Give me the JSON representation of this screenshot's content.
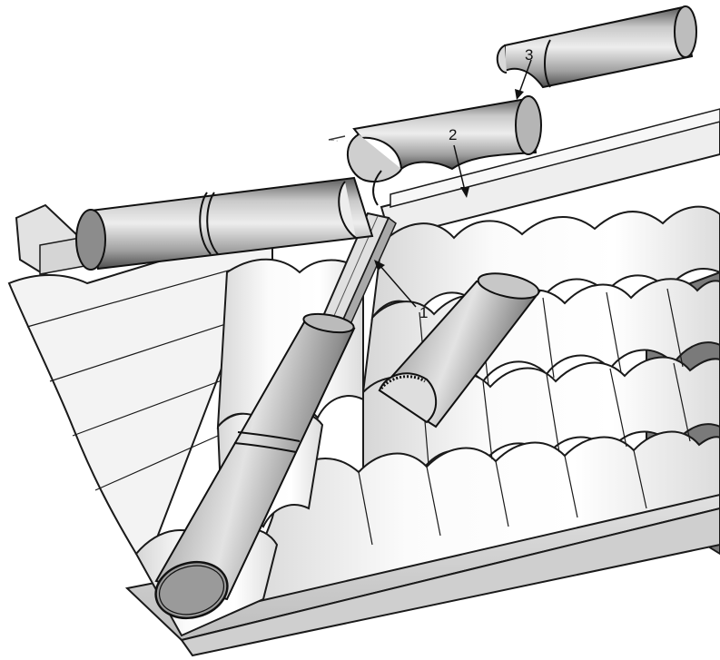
{
  "figure": {
    "callouts": [
      {
        "id": "1",
        "label": "1"
      },
      {
        "id": "2",
        "label": "2"
      },
      {
        "id": "3",
        "label": "3"
      }
    ]
  },
  "colors": {
    "background": "#ffffff",
    "outline": "#1a1a1a",
    "ridge_light": "#e9e9e9",
    "ridge_mid": "#a7a7a7",
    "ridge_dark": "#5c5c5c",
    "tile_light": "#fdfdfd",
    "tile_shade": "#d9d9d9",
    "fascia": "#d4d4d4"
  }
}
